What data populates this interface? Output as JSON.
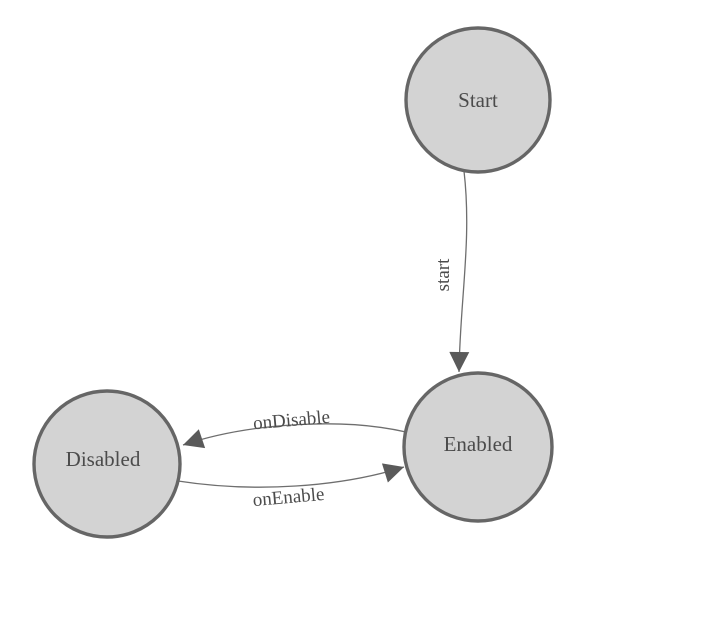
{
  "diagram": {
    "kind": "state-machine-graph",
    "background_color": "#ffffff",
    "node_fill": "#d3d3d3",
    "node_stroke": "#666666",
    "edge_color": "#6e6e6e",
    "arrow_color": "#5a5a5a",
    "text_color": "#4b4b4b",
    "nodes": [
      {
        "label": "Start"
      },
      {
        "label": "Enabled"
      },
      {
        "label": "Disabled"
      }
    ],
    "edges": [
      {
        "label": "start",
        "from": "Start",
        "to": "Enabled"
      },
      {
        "label": "onDisable",
        "from": "Enabled",
        "to": "Disabled"
      },
      {
        "label": "onEnable",
        "from": "Disabled",
        "to": "Enabled"
      }
    ]
  }
}
